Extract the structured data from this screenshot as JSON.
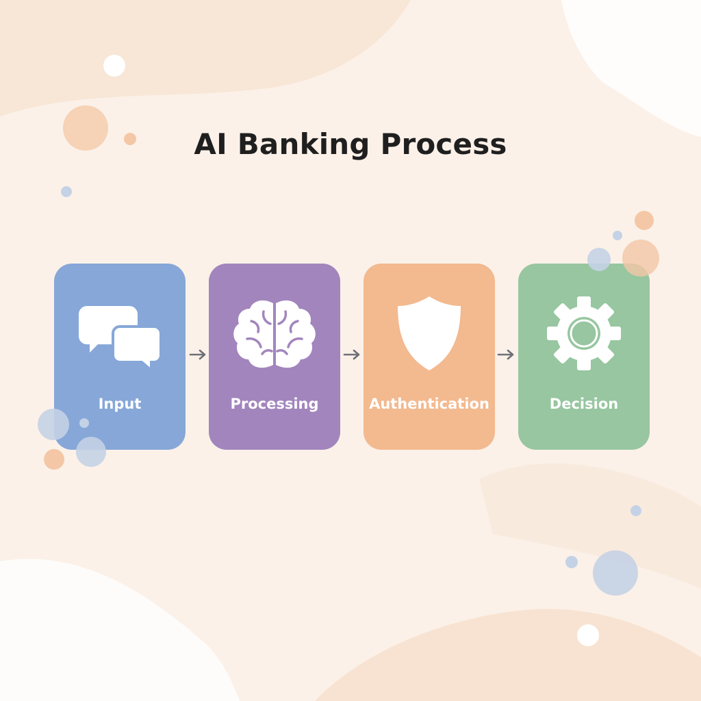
{
  "title": "AI Banking Process",
  "steps": [
    {
      "label": "Input",
      "icon": "chat-bubbles-icon",
      "color": "#86a7d8"
    },
    {
      "label": "Processing",
      "icon": "brain-icon",
      "color": "#a285bd"
    },
    {
      "label": "Authentication",
      "icon": "shield-icon",
      "color": "#f3b98f"
    },
    {
      "label": "Decision",
      "icon": "gear-icon",
      "color": "#97c6a0"
    }
  ],
  "colors": {
    "background": "#fbf1e8",
    "title_text": "#1f1f1f",
    "arrow": "#6f6f78",
    "dot_peach": "#f4c7a6",
    "dot_blue": "#c4d2e6",
    "dot_white": "#ffffff"
  }
}
